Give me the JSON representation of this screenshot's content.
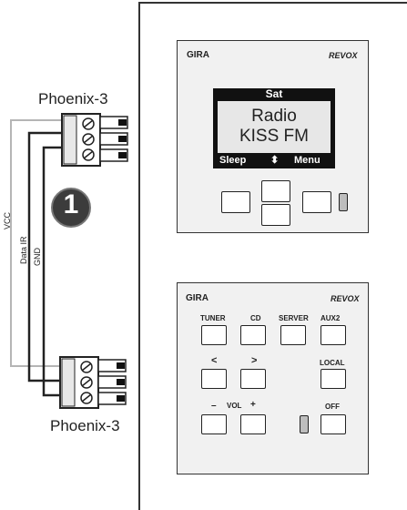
{
  "connectors": {
    "top_label": "Phoenix-3",
    "bottom_label": "Phoenix-3"
  },
  "wires": {
    "vcc": "VCC",
    "data": "Data IR",
    "gnd": "GND"
  },
  "marker": {
    "number": "1"
  },
  "display_panel": {
    "brand_left": "GIRA",
    "brand_right": "REVOX",
    "lcd_top": "Sat",
    "lcd_line1": "Radio",
    "lcd_line2": "KISS FM",
    "lcd_left": "Sleep",
    "lcd_arrows": "⬍",
    "lcd_right": "Menu"
  },
  "keypad_panel": {
    "brand_left": "GIRA",
    "brand_right": "REVOX",
    "keys": {
      "tuner": "TUNER",
      "cd": "CD",
      "server": "SERVER",
      "aux2": "AUX2",
      "prev": "<",
      "next": ">",
      "local": "LOCAL",
      "minus": "–",
      "vol": "VOL",
      "plus": "+",
      "off": "OFF"
    }
  },
  "colors": {
    "frame": "#333333",
    "plate_bg": "#f1f1f1",
    "vcc_wire": "#b0b0b0",
    "data_wire": "#222222",
    "lcd_bg": "#111111",
    "lcd_screen": "#e7e7e7"
  }
}
